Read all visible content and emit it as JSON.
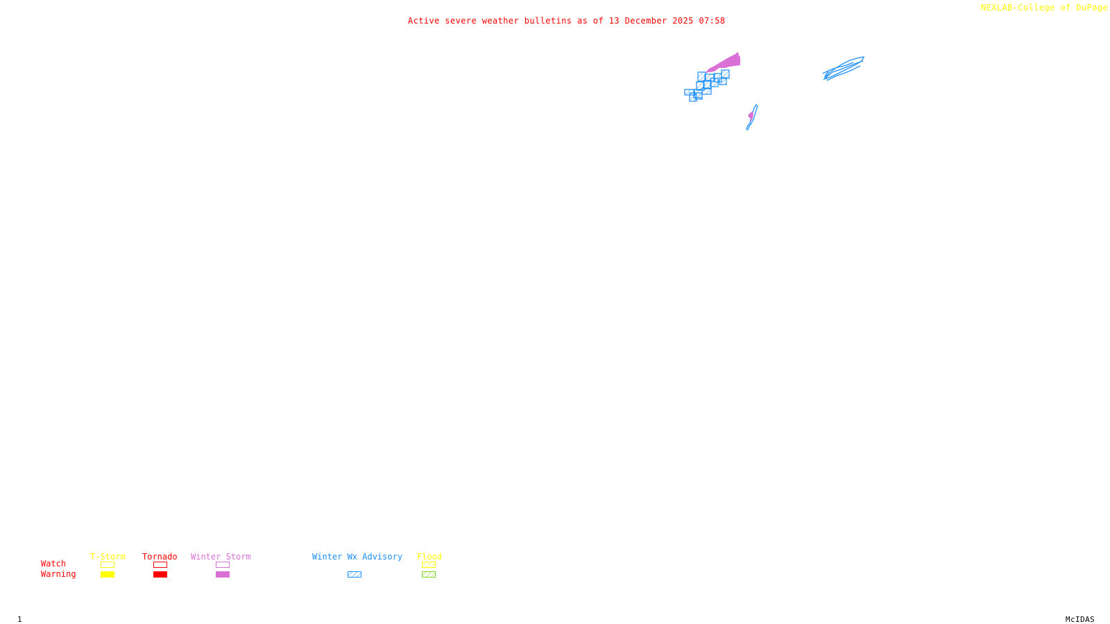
{
  "header": {
    "title": "Active severe weather bulletins as of 13 December 2025 07:58",
    "credit": "NEXLAB-College of DuPage",
    "credit_icon": "corner-logo-icon"
  },
  "footer": {
    "frame_number": "1",
    "software": "McIDAS"
  },
  "colors": {
    "title": "#ff0000",
    "credit": "#ffff00",
    "tstorm": "#ffff00",
    "tornado": "#ff0000",
    "winter_storm": "#da70d6",
    "winter_wx_advisory": "#1e90ff",
    "flood_watch": "#ffff00",
    "flood_warning": "#7fd321"
  },
  "legend": {
    "row_labels": {
      "watch": "Watch",
      "warning": "Warning"
    },
    "categories": [
      {
        "key": "tstorm",
        "label": "T-Storm",
        "watch": "outline",
        "warning": "solid"
      },
      {
        "key": "tornado",
        "label": "Tornado",
        "watch": "outline",
        "warning": "solid"
      },
      {
        "key": "winter_storm",
        "label": "Winter Storm",
        "watch": "outline",
        "warning": "solid"
      },
      {
        "key": "winter_wx_advisory",
        "label": "Winter Wx Advisory",
        "watch": null,
        "warning": "hatched"
      },
      {
        "key": "flood",
        "label": "Flood",
        "watch": "hatched",
        "warning": "hatched"
      }
    ]
  },
  "map_features": [
    {
      "name": "winter-storm-warning-area-north",
      "type": "Winter Storm Warning",
      "style": "solid"
    },
    {
      "name": "winter-wx-advisory-area-north",
      "type": "Winter Wx Advisory",
      "style": "hatched"
    },
    {
      "name": "winter-wx-advisory-area-northeast",
      "type": "Winter Wx Advisory",
      "style": "outline"
    },
    {
      "name": "winter-wx-advisory-area-coastal",
      "type": "Winter Wx Advisory",
      "style": "outline"
    },
    {
      "name": "winter-storm-warning-area-coastal",
      "type": "Winter Storm Warning",
      "style": "solid"
    }
  ]
}
